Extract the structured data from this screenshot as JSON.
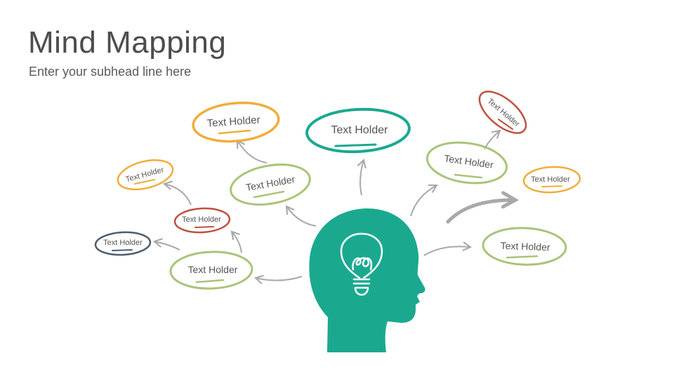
{
  "title": "Mind Mapping",
  "subtitle": "Enter your subhead line here",
  "colors": {
    "teal": "#1aa98f",
    "orange": "#f0ad3c",
    "green": "#a9c47a",
    "red": "#c0503f",
    "navy": "#4c5b70",
    "arrow": "#a9a9a9",
    "text": "#555555"
  },
  "nodes": [
    {
      "label": "Text Holder",
      "color": "teal"
    },
    {
      "label": "Text Holder",
      "color": "orange"
    },
    {
      "label": "Text Holder",
      "color": "green"
    },
    {
      "label": "Text Holder",
      "color": "orange"
    },
    {
      "label": "Text Holder",
      "color": "red"
    },
    {
      "label": "Text Holder",
      "color": "navy"
    },
    {
      "label": "Text Holder",
      "color": "green"
    },
    {
      "label": "Text Holder",
      "color": "green"
    },
    {
      "label": "Text Holder",
      "color": "red"
    },
    {
      "label": "Text Holder",
      "color": "orange"
    },
    {
      "label": "Text Holder",
      "color": "green"
    }
  ],
  "center_icon": "head-lightbulb-icon"
}
